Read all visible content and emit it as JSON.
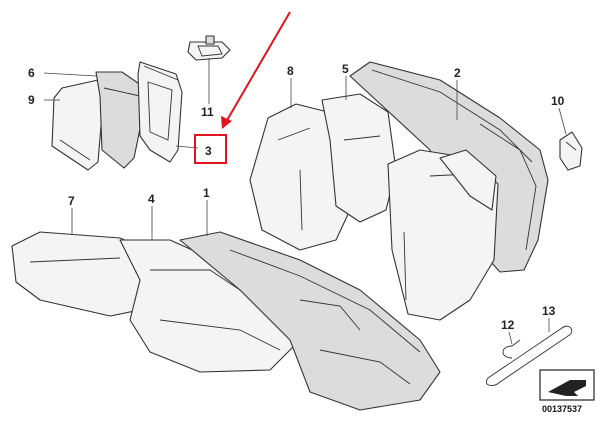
{
  "labels": {
    "p1": "1",
    "p2": "2",
    "p3": "3",
    "p4": "4",
    "p5": "5",
    "p6": "6",
    "p7": "7",
    "p8": "8",
    "p9": "9",
    "p10": "10",
    "p11": "11",
    "p12": "12",
    "p13": "13"
  },
  "drawing_number": "00137537",
  "highlight": {
    "part": "3",
    "color": "#e0141e"
  }
}
